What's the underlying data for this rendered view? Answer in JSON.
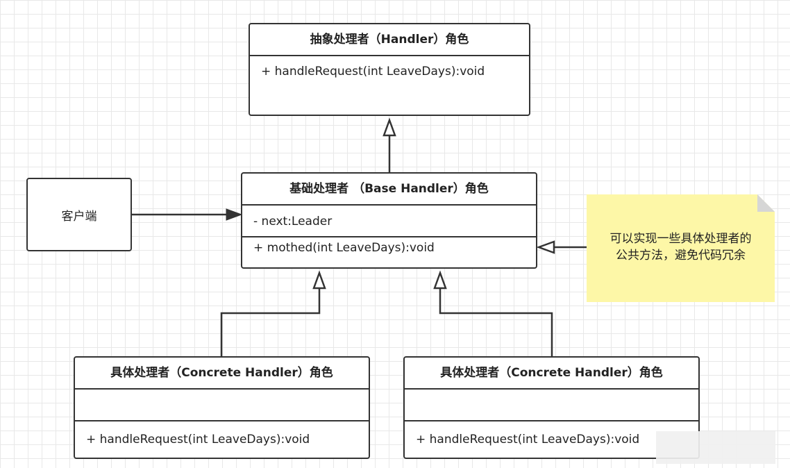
{
  "abstract_handler": {
    "title": "抽象处理者（Handler）角色",
    "methods": [
      "+ handleRequest(int LeaveDays):void"
    ]
  },
  "base_handler": {
    "title": "基础处理者 （Base Handler）角色",
    "fields": [
      "- next:Leader"
    ],
    "methods": [
      "+ mothed(int LeaveDays):void"
    ]
  },
  "client": {
    "label": "客户端"
  },
  "concrete_left": {
    "title": "具体处理者（Concrete Handler）角色",
    "methods": [
      "+ handleRequest(int LeaveDays):void"
    ]
  },
  "concrete_right": {
    "title": "具体处理者（Concrete Handler）角色",
    "methods": [
      "+ handleRequest(int LeaveDays):void"
    ]
  },
  "note": {
    "lines": [
      "可以实现一些具体处理者的",
      "公共方法，避免代码冗余"
    ]
  },
  "colors": {
    "stroke": "#333333",
    "note_fill": "#fdf7a7",
    "grid": "#e8e8e8"
  }
}
